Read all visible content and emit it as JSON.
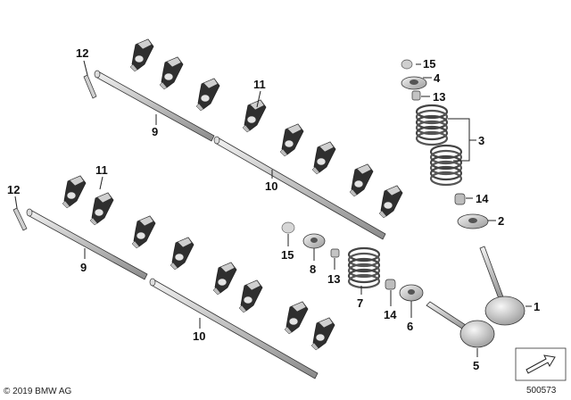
{
  "callouts": {
    "c1": "1",
    "c2": "2",
    "c3": "3",
    "c4": "4",
    "c5": "5",
    "c6": "6",
    "c7": "7",
    "c8": "8",
    "c9_top": "9",
    "c9_bottom": "9",
    "c10_top": "10",
    "c10_bottom": "10",
    "c11_top": "11",
    "c11_bottom": "11",
    "c12_top": "12",
    "c12_bottom": "12",
    "c13_top": "13",
    "c13_bottom": "13",
    "c14_top": "14",
    "c14_bottom": "14",
    "c15_top": "15",
    "c15_bottom": "15"
  },
  "footer": {
    "copyright": "© 2019 BMW AG",
    "diagram_number": "500573"
  },
  "colors": {
    "part_fill": "#d4d4d4",
    "part_dark": "#2f2f2f",
    "shaft_fill": "#c8c8c8",
    "outline": "#333333"
  }
}
